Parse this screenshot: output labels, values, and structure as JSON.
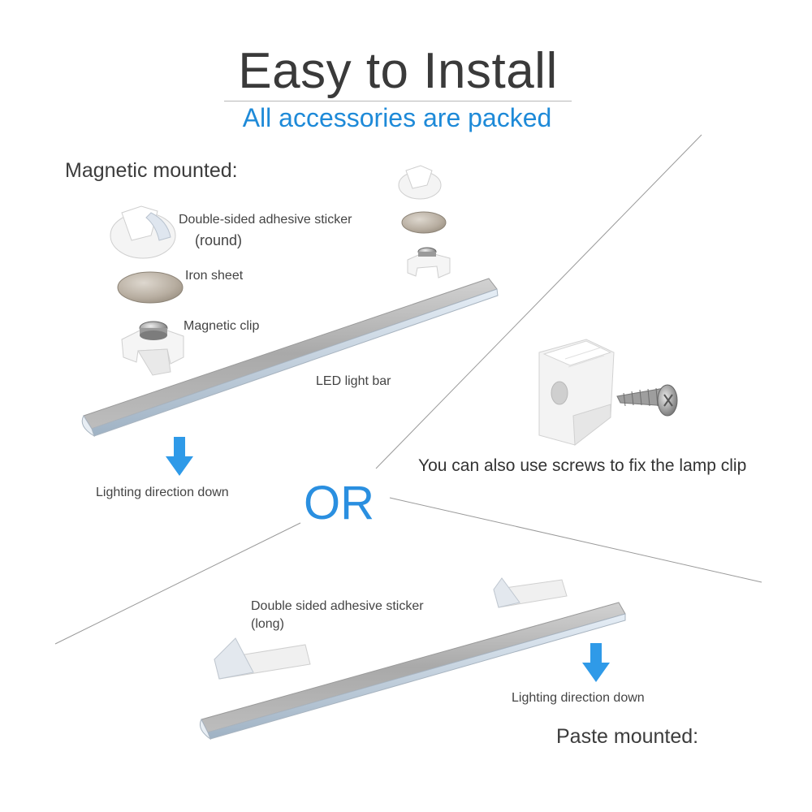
{
  "header": {
    "title": "Easy to Install",
    "subtitle": "All accessories are packed"
  },
  "magnetic": {
    "section_title": "Magnetic mounted:",
    "sticker_label_line1": "Double-sided adhesive sticker",
    "sticker_label_line2": "(round)",
    "iron_label": "Iron sheet",
    "clip_label": "Magnetic clip",
    "bar_label": "LED light bar",
    "direction_label": "Lighting direction down"
  },
  "screw": {
    "caption": "You can also use screws to fix the lamp clip"
  },
  "separator": {
    "or_label": "OR"
  },
  "paste": {
    "sticker_label_line1": "Double sided adhesive sticker",
    "sticker_label_line2": "(long)",
    "direction_label": "Lighting direction down",
    "section_title": "Paste mounted:"
  },
  "colors": {
    "title": "#3a3a3a",
    "accent_blue": "#1e8ad8",
    "arrow_blue": "#2f9ae8",
    "divider": "#9a9a9a"
  },
  "icons": {
    "direction_arrow": "arrow-down-icon"
  }
}
